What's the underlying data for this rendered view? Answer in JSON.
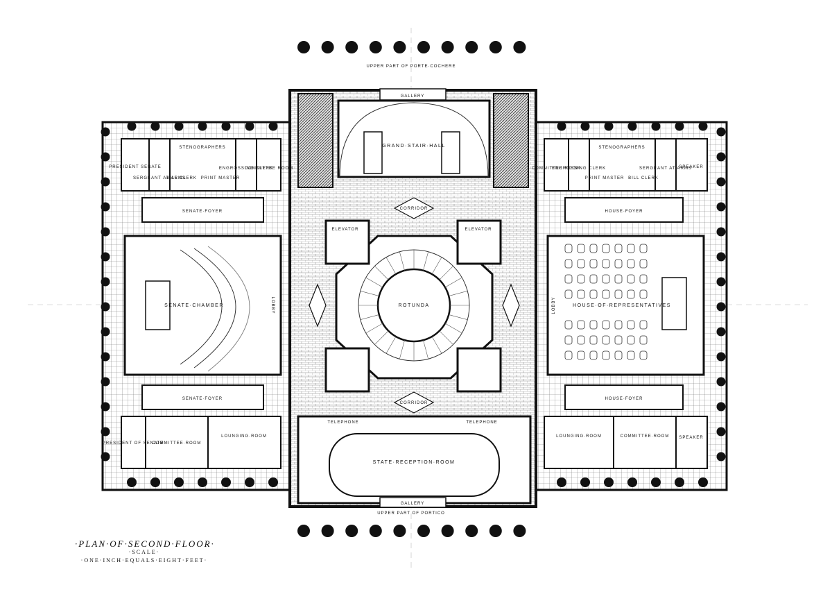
{
  "title": {
    "main": "·PLAN·OF·SECOND·FLOOR·",
    "scale": "·SCALE·",
    "scale_text": "·ONE·INCH·EQUALS·EIGHT·FEET·"
  },
  "labels": {
    "porte_cochere": "UPPER PART OF PORTE·COCHERE",
    "portico": "UPPER PART OF PORTICO",
    "gallery_top": "GALLERY",
    "gallery_bottom": "GALLERY",
    "grand_stair": "GRAND·STAIR·HALL",
    "corridor_top": "CORRIDOR",
    "corridor_bottom": "CORRIDOR",
    "rotunda": "ROTUNDA",
    "elevator_left": "ELEVATOR",
    "elevator_right": "ELEVATOR",
    "telephone_left": "TELEPHONE",
    "telephone_right": "TELEPHONE",
    "state_reception": "STATE·RECEPTION·ROOM",
    "senate_chamber": "SENATE·CHAMBER",
    "house_chamber": "HOUSE·OF·REPRESENTATIVES",
    "senate_foyer_top": "SENATE·FOYER",
    "senate_foyer_bottom": "SENATE·FOYER",
    "house_foyer_top": "HOUSE·FOYER",
    "house_foyer_bottom": "HOUSE·FOYER",
    "lobby_left": "LOBBY",
    "lobby_right": "LOBBY",
    "stenographers_left": "STENOGRAPHERS",
    "stenographers_right": "STENOGRAPHERS",
    "president_senate": "PRESIDENT SENATE",
    "sergeant_at_arms_left": "SERGEANT AT ARMS",
    "bill_clerk_left": "BILL CLERK",
    "print_master": "PRINT MASTER",
    "engrossing_clerk_left": "ENGROSSING CLERK",
    "committee_room_left_top": "COMMITTEE ROOM",
    "committee_room_right_top": "COMMITTEE ROOM",
    "engrossing_clerk_right": "ENGROSSING CLERK",
    "print_master_right": "PRINT MASTER",
    "bill_clerk_right": "BILL CLERK",
    "sergeant_at_arms_right": "SERGEANT AT ARMS",
    "speaker_top": "SPEAKER",
    "president_bottom": "PRESIDENT OF SENATE",
    "committee_room_left": "COMMITTEE·ROOM",
    "lounging_room_left": "LOUNGING·ROOM",
    "lounging_room_right": "LOUNGING·ROOM",
    "committee_room_right": "COMMITTEE·ROOM",
    "speaker_bottom": "SPEAKER"
  },
  "colors": {
    "ink": "#111111",
    "paper": "#ffffff",
    "hatch": "#555555"
  }
}
